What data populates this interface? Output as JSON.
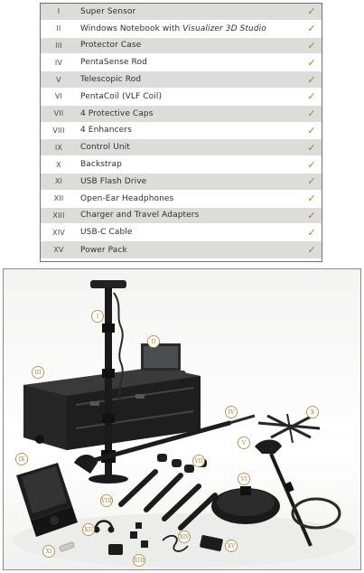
{
  "checklist": {
    "check_mark": "✓",
    "items": [
      {
        "num": "I",
        "parts": [
          {
            "text": "Super Sensor",
            "italic": false
          }
        ]
      },
      {
        "num": "II",
        "parts": [
          {
            "text": "Windows Notebook with ",
            "italic": false
          },
          {
            "text": "Visualizer 3D Studio",
            "italic": true
          }
        ]
      },
      {
        "num": "III",
        "parts": [
          {
            "text": "Protector Case",
            "italic": false
          }
        ]
      },
      {
        "num": "IV",
        "parts": [
          {
            "text": "PentaSense Rod",
            "italic": false
          }
        ]
      },
      {
        "num": "V",
        "parts": [
          {
            "text": "Telescopic Rod",
            "italic": false
          }
        ]
      },
      {
        "num": "VI",
        "parts": [
          {
            "text": "PentaCoil (VLF Coil)",
            "italic": false
          }
        ]
      },
      {
        "num": "VII",
        "parts": [
          {
            "text": "4 Protective Caps",
            "italic": false
          }
        ]
      },
      {
        "num": "VIII",
        "parts": [
          {
            "text": "4 Enhancers",
            "italic": false
          }
        ]
      },
      {
        "num": "IX",
        "parts": [
          {
            "text": "Control Unit",
            "italic": false
          }
        ]
      },
      {
        "num": "X",
        "parts": [
          {
            "text": "Backstrap",
            "italic": false
          }
        ]
      },
      {
        "num": "XI",
        "parts": [
          {
            "text": "USB Flash Drive",
            "italic": false
          }
        ]
      },
      {
        "num": "XII",
        "parts": [
          {
            "text": "Open-Ear Headphones",
            "italic": false
          }
        ]
      },
      {
        "num": "XIII",
        "parts": [
          {
            "text": "Charger and Travel Adapters",
            "italic": false
          }
        ]
      },
      {
        "num": "XIV",
        "parts": [
          {
            "text": "USB-C Cable",
            "italic": false
          }
        ]
      },
      {
        "num": "XV",
        "parts": [
          {
            "text": "Power Pack",
            "italic": false
          }
        ]
      }
    ]
  },
  "photo": {
    "callouts": [
      "I",
      "II",
      "III",
      "IV",
      "V",
      "VI",
      "VII",
      "VIII",
      "IX",
      "X",
      "XI",
      "XII",
      "XIII",
      "XIV",
      "XV"
    ]
  },
  "colors": {
    "accent": "#a4822c",
    "row_shade": "#dcdcd8",
    "text": "#2f2f2f",
    "equipment": "#1c1c1c"
  }
}
